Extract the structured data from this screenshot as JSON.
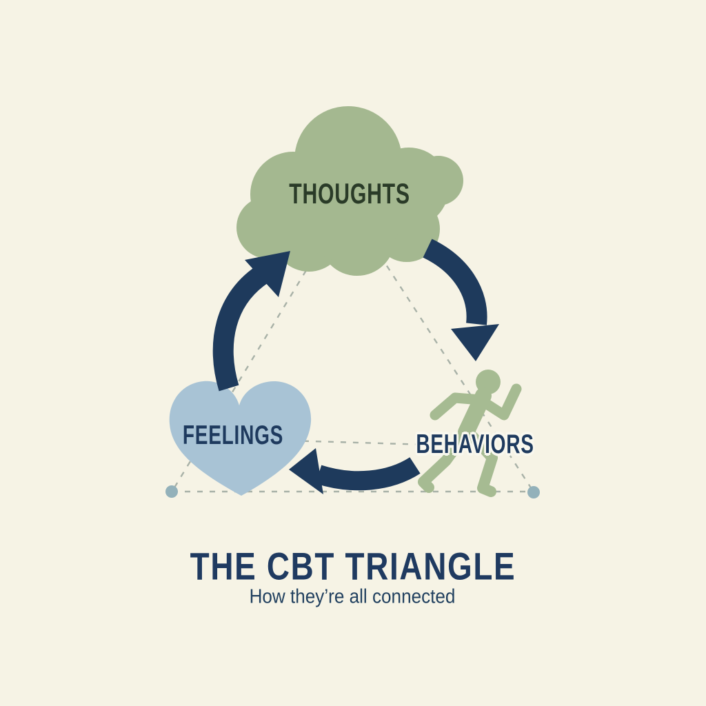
{
  "title": "THE CBT TRIANGLE",
  "subtitle": "How they’re all connected",
  "diagram": {
    "nodes": [
      {
        "id": "thoughts",
        "label": "THOUGHTS",
        "shape": "thought-cloud",
        "fill_color": "#a4b890",
        "label_color": "#2a3b28",
        "position": "top-center"
      },
      {
        "id": "feelings",
        "label": "FEELINGS",
        "shape": "heart",
        "fill_color": "#a8c3d5",
        "label_color": "#1e3a5e",
        "position": "bottom-left"
      },
      {
        "id": "behaviors",
        "label": "BEHAVIORS",
        "shape": "walking-person",
        "fill_color": "#a6bb92",
        "label_color": "#1e3a5e",
        "position": "bottom-right"
      }
    ],
    "connections": [
      {
        "from": "feelings",
        "to": "thoughts",
        "type": "curved-arrow",
        "color": "#1e3a5c"
      },
      {
        "from": "thoughts",
        "to": "behaviors",
        "type": "curved-arrow",
        "color": "#1e3a5c"
      },
      {
        "from": "behaviors",
        "to": "feelings",
        "type": "curved-arrow",
        "color": "#1e3a5c"
      }
    ],
    "guide_triangle": {
      "line_style": "dashed",
      "line_color": "#9ba69d",
      "corner_dot_color": "#93b1ba"
    }
  },
  "colors": {
    "background": "#f6f3e5",
    "navy_accent": "#1e3a5c"
  }
}
